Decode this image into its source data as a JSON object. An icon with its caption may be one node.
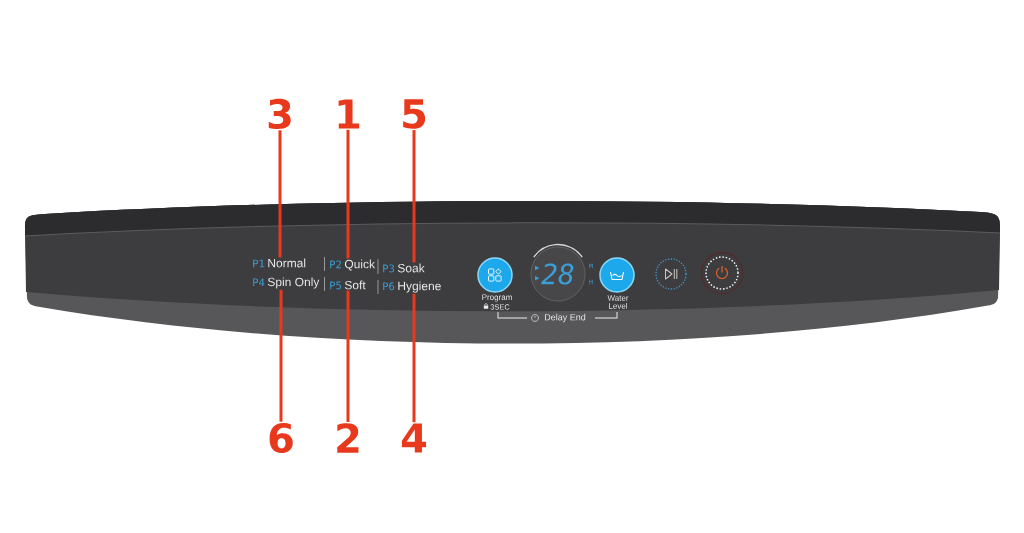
{
  "diagram": {
    "nodes": [
      {
        "text": [
          "3"
        ]
      },
      {
        "text": [
          "1"
        ]
      },
      {
        "text": [
          "5"
        ]
      },
      {
        "text": [],
        "shape": "bar"
      },
      {
        "text": [
          "P1",
          "Normal"
        ],
        "in": 3
      },
      {
        "text": [
          "P2",
          "Quick"
        ],
        "in": 3
      },
      {
        "text": [
          "P3",
          "Soak"
        ],
        "in": 3
      },
      {
        "text": [
          "P4",
          "Spin Only"
        ],
        "in": 3
      },
      {
        "text": [
          "P5",
          "Soft"
        ],
        "in": 3
      },
      {
        "text": [
          "P6",
          "Hygiene"
        ],
        "in": 3
      },
      {
        "text": [
          "Program",
          "3SEC"
        ],
        "in": 3
      },
      {
        "text": [
          "28",
          "M",
          "H"
        ],
        "in": 3
      },
      {
        "text": [
          "Water Level"
        ],
        "in": 3
      },
      {
        "text": [],
        "shape": "circle",
        "in": 3
      },
      {
        "text": [],
        "shape": "circle",
        "in": 3
      },
      {
        "text": [
          "6"
        ]
      },
      {
        "text": [
          "2"
        ]
      },
      {
        "text": [
          "4"
        ]
      }
    ],
    "edges": [
      {
        "from": 0,
        "to": 4,
        "arrow": "none"
      },
      {
        "from": 1,
        "to": 5,
        "arrow": "none"
      },
      {
        "from": 2,
        "to": 6,
        "arrow": "none"
      },
      {
        "from": 15,
        "to": 7,
        "arrow": "none"
      },
      {
        "from": 16,
        "to": 8,
        "arrow": "none"
      },
      {
        "from": 17,
        "to": 9,
        "arrow": "none"
      }
    ],
    "labels": [
      "Delay End"
    ]
  }
}
